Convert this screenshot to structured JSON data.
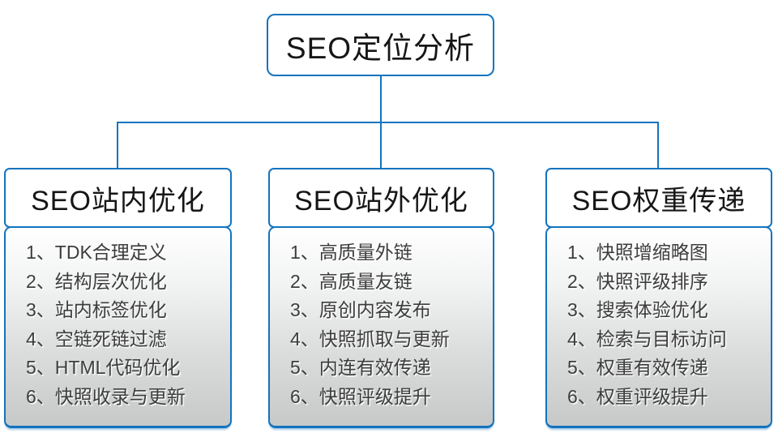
{
  "diagram": {
    "accent_color": "#1374be",
    "root": {
      "title": "SEO定位分析"
    },
    "columns": [
      {
        "title": "SEO站内优化",
        "items": [
          "1、TDK合理定义",
          "2、结构层次优化",
          "3、站内标签优化",
          "4、空链死链过滤",
          "5、HTML代码优化",
          "6、快照收录与更新"
        ]
      },
      {
        "title": "SEO站外优化",
        "items": [
          "1、高质量外链",
          "2、高质量友链",
          "3、原创内容发布",
          "4、快照抓取与更新",
          "5、内连有效传递",
          "6、快照评级提升"
        ]
      },
      {
        "title": "SEO权重传递",
        "items": [
          "1、快照增缩略图",
          "2、快照评级排序",
          "3、搜索体验优化",
          "4、检索与目标访问",
          "5、权重有效传递",
          "6、权重评级提升"
        ]
      }
    ]
  }
}
